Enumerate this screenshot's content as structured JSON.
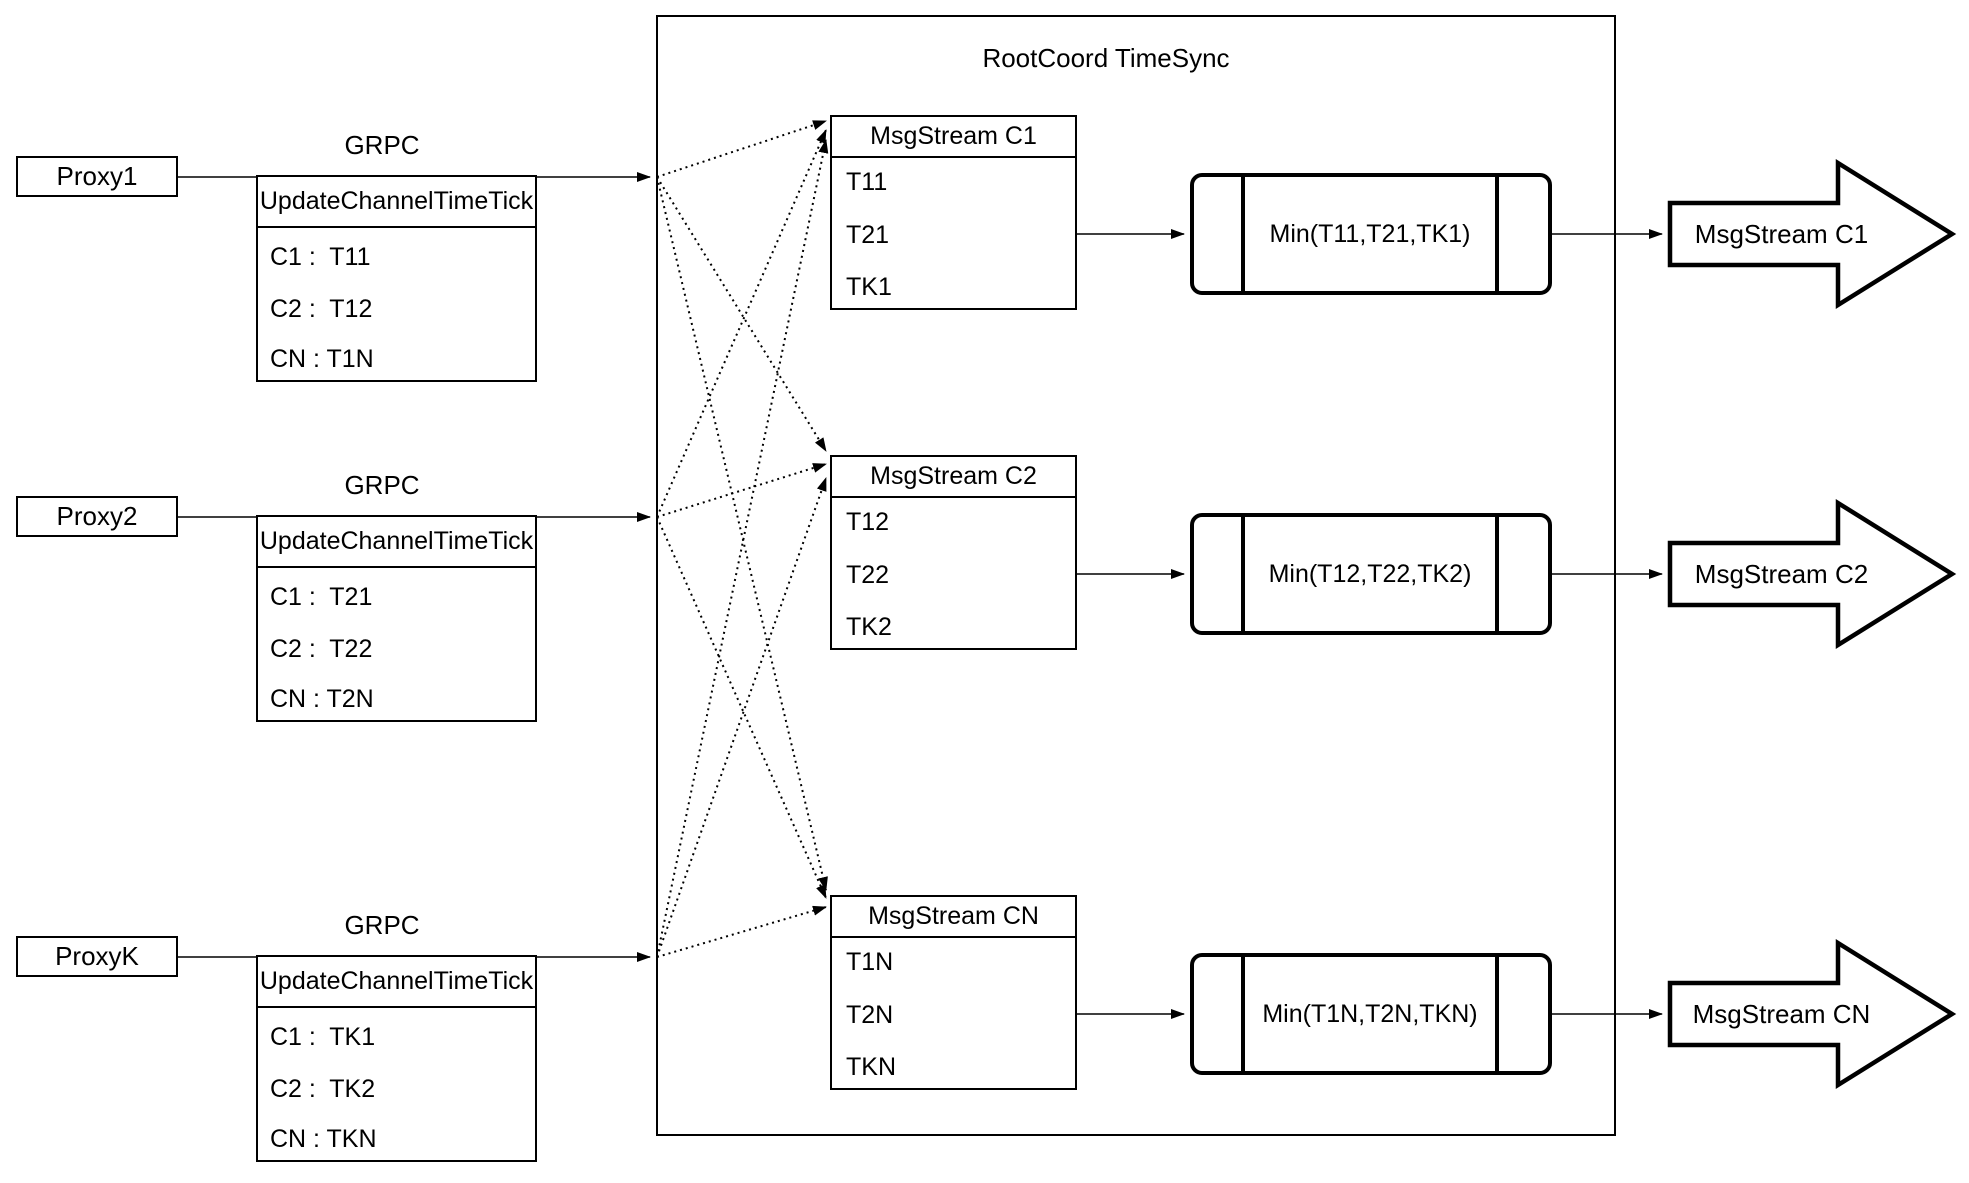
{
  "canvas": {
    "background": "#ffffff",
    "stroke": "#000000"
  },
  "container": {
    "title": "RootCoord TimeSync"
  },
  "rows": [
    {
      "proxy_label": "Proxy1",
      "grpc_label": "GRPC",
      "update_table": {
        "header": "UpdateChannelTimeTick",
        "entries": [
          "C1 :  T11",
          "C2 :  T12",
          "CN : T1N"
        ]
      },
      "msgstream_box": {
        "header": "MsgStream C1",
        "items": [
          "T11",
          "T21",
          "TK1"
        ]
      },
      "min_label": "Min(T11,T21,TK1)",
      "output_label": "MsgStream C1"
    },
    {
      "proxy_label": "Proxy2",
      "grpc_label": "GRPC",
      "update_table": {
        "header": "UpdateChannelTimeTick",
        "entries": [
          "C1 :  T21",
          "C2 :  T22",
          "CN : T2N"
        ]
      },
      "msgstream_box": {
        "header": "MsgStream C2",
        "items": [
          "T12",
          "T22",
          "TK2"
        ]
      },
      "min_label": "Min(T12,T22,TK2)",
      "output_label": "MsgStream C2"
    },
    {
      "proxy_label": "ProxyK",
      "grpc_label": "GRPC",
      "update_table": {
        "header": "UpdateChannelTimeTick",
        "entries": [
          "C1 :  TK1",
          "C2 :  TK2",
          "CN : TKN"
        ]
      },
      "msgstream_box": {
        "header": "MsgStream CN",
        "items": [
          "T1N",
          "T2N",
          "TKN"
        ]
      },
      "min_label": "Min(T1N,T2N,TKN)",
      "output_label": "MsgStream CN"
    }
  ]
}
